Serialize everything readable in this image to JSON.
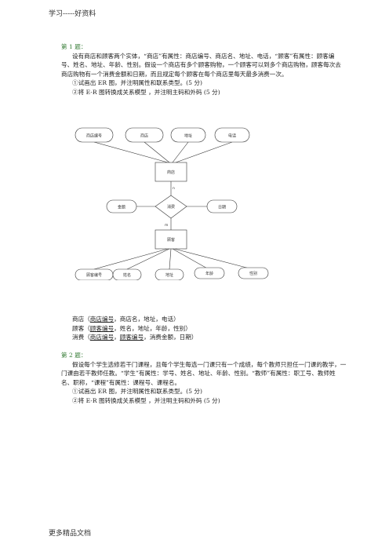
{
  "header": "学习-----好资料",
  "footer": "更多精品文档",
  "q1": {
    "title": "第 1 题：",
    "para1": "设有商店和顾客两个实体，“商店”有属性：商店编号、商店名、地址、电话，“顾客”有属性：顾客编号、姓名、地址、年龄、性别。假设一个商店有多个顾客购物，一个顾客可以到多个商店购物，顾客每次去商店购物有一个消费金额和日期，而且规定每个顾客在每个商店里每天最多消费一次。",
    "task1": "①试画出 ER 图，并注明属性和联系类型。(5 分)",
    "task2": "②将 E-R 图转换成关系模型 ，并注明主码和外码  (5 分)"
  },
  "er": {
    "store_attrs": [
      "商店编号",
      "商店",
      "地址",
      "电话"
    ],
    "store_entity": "商店",
    "relation": "消费",
    "relation_attrs": [
      "金额",
      "日期"
    ],
    "card_top": "n",
    "card_bottom": "m",
    "customer_entity": "顾客",
    "customer_attrs": [
      "顾客编号",
      "姓名",
      "地址",
      "年龄",
      "性别"
    ]
  },
  "schema": {
    "store": {
      "name": "商店",
      "key": "商店编号",
      "rest": "，商店名，地址，电话）"
    },
    "customer": {
      "name": "顾客",
      "key": "顾客编号",
      "rest": "，姓名，地址，年龄，性别）"
    },
    "consume": {
      "name": "消费",
      "key1": "商店编号",
      "key2": "顾客编号",
      "rest": "，消费金额，日期）"
    }
  },
  "q2": {
    "title": "第 2 题：",
    "para1": "假设每个学生选修若干门课程，且每个学生每选一门课只有一个成绩，每个教师只担任一门课的教学，一门课由若干教师任教。“学生”有属性：学号、姓名、地址、年龄、性别。“教师”有属性：职工号、教师姓名、职称，“课程”有属性：课程号、课程名。",
    "task1": "①试画出 ER 图，并注明属性和联系类型。(5 分)",
    "task2": "②将 E-R 图转换成关系模型 ，并注明主码和外码  (5 分)"
  }
}
